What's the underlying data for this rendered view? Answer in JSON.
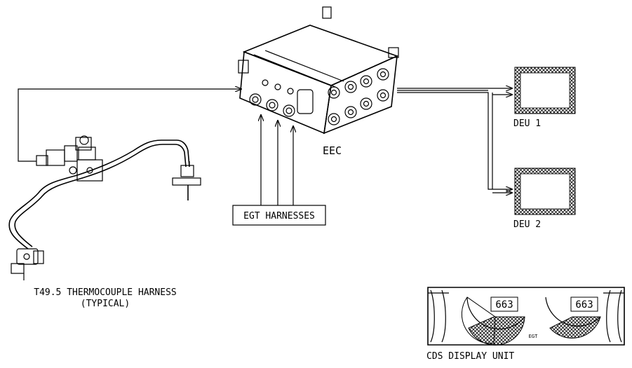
{
  "labels": {
    "eec": "EEC",
    "deu1": "DEU 1",
    "deu2": "DEU 2",
    "egt_harnesses": "EGT HARNESSES",
    "thermocouple_line1": "T49.5 THERMOCOUPLE HARNESS",
    "thermocouple_line2": "(TYPICAL)",
    "cds_display_unit": "CDS DISPLAY UNIT"
  },
  "cds_display": {
    "left_egt_reading": "663",
    "right_egt_reading": "663",
    "center_label": "EGT"
  }
}
